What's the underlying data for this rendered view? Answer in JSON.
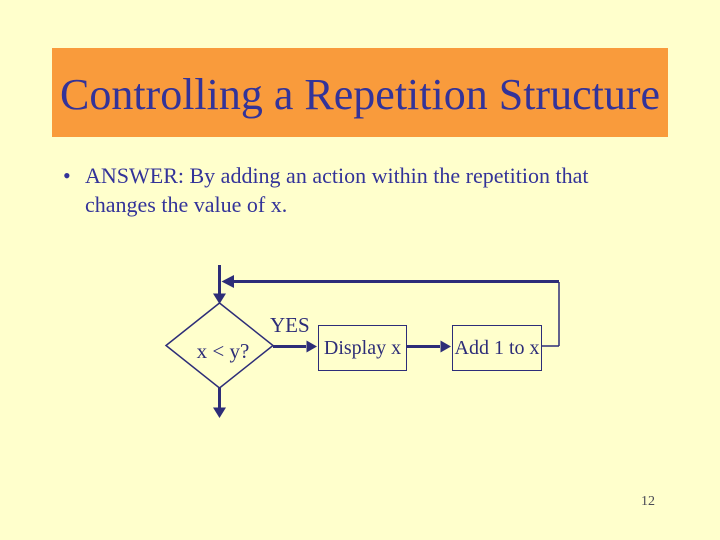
{
  "slide": {
    "page_number": "12"
  },
  "header": {
    "title": "Controlling a Repetition Structure"
  },
  "body": {
    "bullet": "•",
    "lines": [
      "ANSWER: By adding an action within the repetition that",
      "changes the value of x."
    ]
  },
  "flowchart": {
    "branch_label": "YES",
    "decision_label": "x < y?",
    "process1_label": "Display x",
    "process2_label": "Add 1 to x"
  },
  "colors": {
    "background": "#FFFFCC",
    "title_bar": "#F99B3C",
    "text_blue": "#333399",
    "flowchart_navy": "#2D2D78",
    "page_number": "#4A4A55"
  }
}
